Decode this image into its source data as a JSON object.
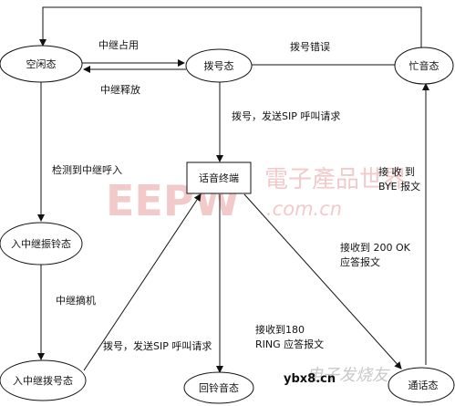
{
  "nodes": {
    "idle": "空闲态",
    "dialing": "拨号态",
    "busy": "忙音态",
    "voice_terminal": "话音终端",
    "trunk_ringing": "入中继振铃态",
    "trunk_dialing": "入中继拨号态",
    "ringback": "回铃音态",
    "talking": "通话态"
  },
  "edges": {
    "trunk_occupy": "中继占用",
    "trunk_release": "中继释放",
    "dial_error": "拨号错误",
    "dial_send_invite_1": "拨号，发送SIP 呼叫请求",
    "detect_trunk_call": "检测到中继呼入",
    "bye_received_l1": "接 收 到",
    "bye_received_l2": "BYE 报文",
    "ok_received_l1": "接收到 200 OK",
    "ok_received_l2": "应答报文",
    "trunk_offhook": "中继摘机",
    "dial_send_invite_2": "拨号，发送SIP 呼叫请求",
    "ring_received_l1": "接收到180",
    "ring_received_l2": "RING 应答报文"
  },
  "watermark": {
    "logo": "EEPW",
    "cn_text": "電子產品世界",
    "domain": ".com.cn",
    "site": "ybx8.cn",
    "site2": "电子发烧友"
  }
}
